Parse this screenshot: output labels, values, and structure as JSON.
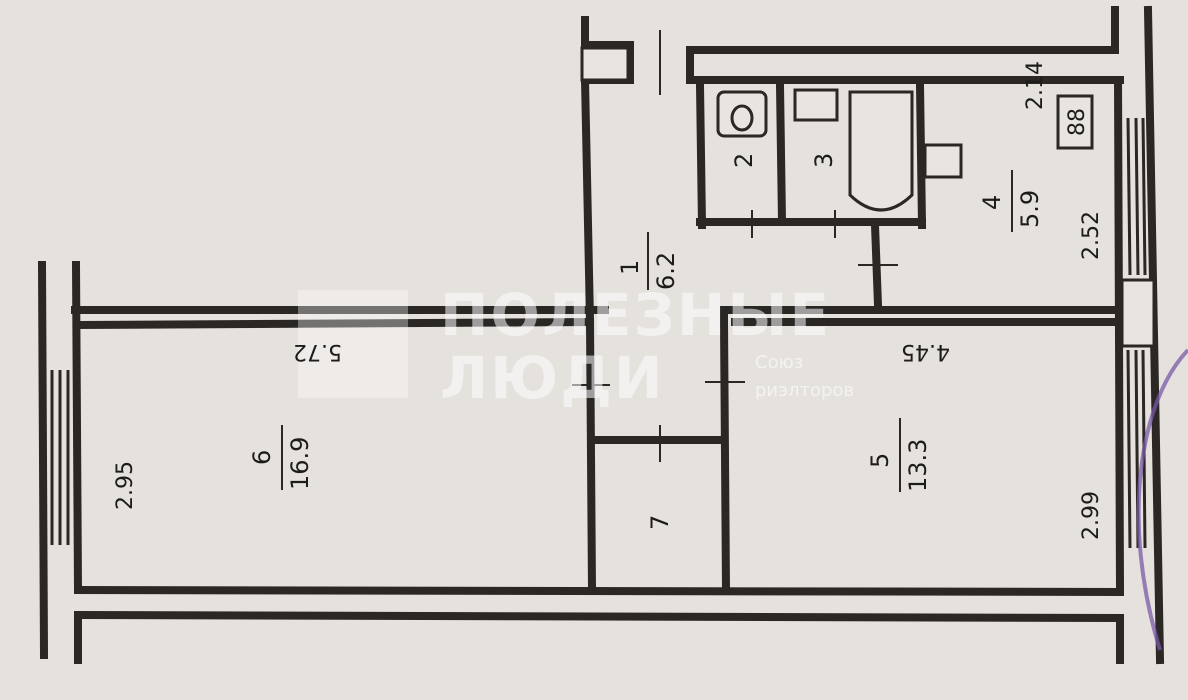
{
  "plan": {
    "rooms": [
      {
        "number": "1",
        "area": "6.2"
      },
      {
        "number": "2",
        "area": ""
      },
      {
        "number": "3",
        "area": ""
      },
      {
        "number": "4",
        "area": "5.9"
      },
      {
        "number": "5",
        "area": "13.3"
      },
      {
        "number": "6",
        "area": "16.9"
      },
      {
        "number": "7",
        "area": ""
      }
    ],
    "dimensions": {
      "room6_length": "5.72",
      "room6_width": "2.95",
      "room5_length": "4.45",
      "room5_width": "2.99",
      "room4_length": "2.14",
      "room4_width": "2.52"
    },
    "stove_symbol": "88",
    "watermark": {
      "line1": "ПОЛЕЗНЫЕ",
      "line2": "ЛЮДИ",
      "sub1": "Союз",
      "sub2": "риэлторов"
    }
  },
  "colors": {
    "paper": "#e5e1dc",
    "ink": "#2a2725",
    "stamp": "#7b59a8",
    "watermark": "#ffffff"
  }
}
